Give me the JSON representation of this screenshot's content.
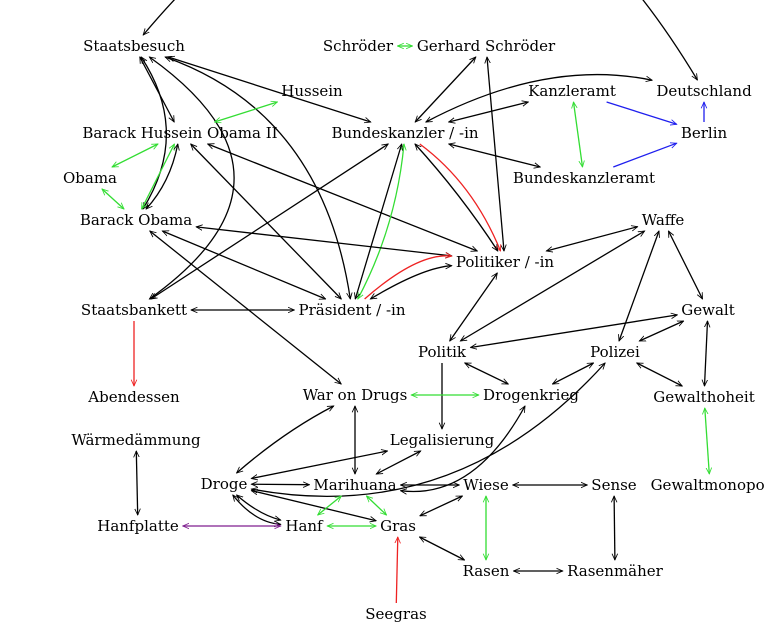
{
  "colors": {
    "default": "#000000",
    "synonym": "#33dd33",
    "hypernym": "#ee2222",
    "capital": "#1f1fee",
    "material": "#7f1f8f"
  },
  "nodes": [
    {
      "id": "staatsbesuch",
      "label": "Staatsbesuch"
    },
    {
      "id": "schroeder",
      "label": "Schröder"
    },
    {
      "id": "gschroeder",
      "label": "Gerhard Schröder"
    },
    {
      "id": "deutschland",
      "label": "Deutschland"
    },
    {
      "id": "hussein",
      "label": "Hussein"
    },
    {
      "id": "kanzleramt",
      "label": "Kanzleramt"
    },
    {
      "id": "bho2",
      "label": "Barack Hussein Obama II"
    },
    {
      "id": "bundeskanzler",
      "label": "Bundeskanzler / -in"
    },
    {
      "id": "berlin",
      "label": "Berlin"
    },
    {
      "id": "obama",
      "label": "Obama"
    },
    {
      "id": "bundeskanzleramt",
      "label": "Bundeskanzleramt"
    },
    {
      "id": "barackobama",
      "label": "Barack Obama"
    },
    {
      "id": "waffe",
      "label": "Waffe"
    },
    {
      "id": "politiker",
      "label": "Politiker / -in"
    },
    {
      "id": "staatsbankett",
      "label": "Staatsbankett"
    },
    {
      "id": "praesident",
      "label": "Präsident / -in"
    },
    {
      "id": "gewalt",
      "label": "Gewalt"
    },
    {
      "id": "politik",
      "label": "Politik"
    },
    {
      "id": "polizei",
      "label": "Polizei"
    },
    {
      "id": "abendessen",
      "label": "Abendessen"
    },
    {
      "id": "waronDrugs",
      "label": "War on Drugs"
    },
    {
      "id": "drogenkrieg",
      "label": "Drogenkrieg"
    },
    {
      "id": "gewalthoheit",
      "label": "Gewalthoheit"
    },
    {
      "id": "waermedaemmung",
      "label": "Wärmedämmung"
    },
    {
      "id": "legalisierung",
      "label": "Legalisierung"
    },
    {
      "id": "gewaltmonopol",
      "label": "Gewaltmonopol"
    },
    {
      "id": "droge",
      "label": "Droge"
    },
    {
      "id": "marihuana",
      "label": "Marihuana"
    },
    {
      "id": "wiese",
      "label": "Wiese"
    },
    {
      "id": "sense",
      "label": "Sense"
    },
    {
      "id": "hanfplatte",
      "label": "Hanfplatte"
    },
    {
      "id": "hanf",
      "label": "Hanf"
    },
    {
      "id": "gras",
      "label": "Gras"
    },
    {
      "id": "rasen",
      "label": "Rasen"
    },
    {
      "id": "rasenmaeher",
      "label": "Rasenmäher"
    },
    {
      "id": "seegras",
      "label": "Seegras"
    }
  ],
  "edges": [
    {
      "from": "staatsbesuch",
      "to": "deutschland",
      "dir": "both",
      "color": "default"
    },
    {
      "from": "staatsbesuch",
      "to": "bho2",
      "dir": "both",
      "color": "default"
    },
    {
      "from": "staatsbesuch",
      "to": "bundeskanzler",
      "dir": "both",
      "color": "default"
    },
    {
      "from": "staatsbesuch",
      "to": "praesident",
      "dir": "both",
      "color": "default"
    },
    {
      "from": "staatsbesuch",
      "to": "barackobama",
      "dir": "both",
      "color": "default"
    },
    {
      "from": "staatsbesuch",
      "to": "staatsbankett",
      "dir": "both",
      "color": "default"
    },
    {
      "from": "schroeder",
      "to": "gschroeder",
      "dir": "both",
      "color": "synonym"
    },
    {
      "from": "gschroeder",
      "to": "bundeskanzler",
      "dir": "both",
      "color": "default"
    },
    {
      "from": "gschroeder",
      "to": "politiker",
      "dir": "both",
      "color": "default"
    },
    {
      "from": "bundeskanzler",
      "to": "kanzleramt",
      "dir": "both",
      "color": "default"
    },
    {
      "from": "bundeskanzler",
      "to": "deutschland",
      "dir": "both",
      "color": "default"
    },
    {
      "from": "bundeskanzler",
      "to": "bundeskanzleramt",
      "dir": "both",
      "color": "default"
    },
    {
      "from": "kanzleramt",
      "to": "bundeskanzleramt",
      "dir": "both",
      "color": "synonym"
    },
    {
      "from": "kanzleramt",
      "to": "berlin",
      "dir": "forward",
      "color": "capital"
    },
    {
      "from": "berlin",
      "to": "deutschland",
      "dir": "forward",
      "color": "capital"
    },
    {
      "from": "bundeskanzleramt",
      "to": "berlin",
      "dir": "forward",
      "color": "capital"
    },
    {
      "from": "hussein",
      "to": "bho2",
      "dir": "both",
      "color": "synonym"
    },
    {
      "from": "obama",
      "to": "bho2",
      "dir": "both",
      "color": "synonym"
    },
    {
      "from": "obama",
      "to": "barackobama",
      "dir": "both",
      "color": "synonym"
    },
    {
      "from": "barackobama",
      "to": "bho2",
      "dir": "both",
      "color": "synonym"
    },
    {
      "from": "bho2",
      "to": "barackobama",
      "dir": "both",
      "color": "default"
    },
    {
      "from": "bho2",
      "to": "politiker",
      "dir": "both",
      "color": "default"
    },
    {
      "from": "bho2",
      "to": "praesident",
      "dir": "both",
      "color": "default"
    },
    {
      "from": "bundeskanzler",
      "to": "politiker",
      "dir": "forward",
      "color": "hypernym"
    },
    {
      "from": "bundeskanzler",
      "to": "politiker",
      "dir": "both",
      "color": "default"
    },
    {
      "from": "bundeskanzler",
      "to": "praesident",
      "dir": "both",
      "color": "synonym"
    },
    {
      "from": "bundeskanzler",
      "to": "praesident",
      "dir": "both",
      "color": "default"
    },
    {
      "from": "bundeskanzler",
      "to": "staatsbankett",
      "dir": "both",
      "color": "default"
    },
    {
      "from": "barackobama",
      "to": "politiker",
      "dir": "both",
      "color": "default"
    },
    {
      "from": "barackobama",
      "to": "praesident",
      "dir": "both",
      "color": "default"
    },
    {
      "from": "barackobama",
      "to": "waronDrugs",
      "dir": "both",
      "color": "default"
    },
    {
      "from": "staatsbankett",
      "to": "praesident",
      "dir": "both",
      "color": "default"
    },
    {
      "from": "staatsbankett",
      "to": "abendessen",
      "dir": "forward",
      "color": "hypernym"
    },
    {
      "from": "praesident",
      "to": "politiker",
      "dir": "forward",
      "color": "hypernym"
    },
    {
      "from": "praesident",
      "to": "politiker",
      "dir": "both",
      "color": "default"
    },
    {
      "from": "politiker",
      "to": "waffe",
      "dir": "both",
      "color": "default"
    },
    {
      "from": "politiker",
      "to": "politik",
      "dir": "both",
      "color": "default"
    },
    {
      "from": "waffe",
      "to": "politik",
      "dir": "both",
      "color": "default"
    },
    {
      "from": "waffe",
      "to": "gewalt",
      "dir": "both",
      "color": "default"
    },
    {
      "from": "waffe",
      "to": "polizei",
      "dir": "both",
      "color": "default"
    },
    {
      "from": "gewalt",
      "to": "politik",
      "dir": "both",
      "color": "default"
    },
    {
      "from": "gewalt",
      "to": "polizei",
      "dir": "both",
      "color": "default"
    },
    {
      "from": "gewalt",
      "to": "gewalthoheit",
      "dir": "both",
      "color": "default"
    },
    {
      "from": "polizei",
      "to": "gewalthoheit",
      "dir": "both",
      "color": "default"
    },
    {
      "from": "polizei",
      "to": "drogenkrieg",
      "dir": "both",
      "color": "default"
    },
    {
      "from": "polizei",
      "to": "droge",
      "dir": "both",
      "color": "default"
    },
    {
      "from": "gewalthoheit",
      "to": "gewaltmonopol",
      "dir": "both",
      "color": "synonym"
    },
    {
      "from": "politik",
      "to": "drogenkrieg",
      "dir": "both",
      "color": "default"
    },
    {
      "from": "politik",
      "to": "legalisierung",
      "dir": "forward",
      "color": "default"
    },
    {
      "from": "waronDrugs",
      "to": "drogenkrieg",
      "dir": "both",
      "color": "synonym"
    },
    {
      "from": "waronDrugs",
      "to": "droge",
      "dir": "both",
      "color": "default"
    },
    {
      "from": "waronDrugs",
      "to": "marihuana",
      "dir": "both",
      "color": "default"
    },
    {
      "from": "drogenkrieg",
      "to": "marihuana",
      "dir": "both",
      "color": "default"
    },
    {
      "from": "legalisierung",
      "to": "droge",
      "dir": "both",
      "color": "default"
    },
    {
      "from": "legalisierung",
      "to": "marihuana",
      "dir": "both",
      "color": "default"
    },
    {
      "from": "waermedaemmung",
      "to": "hanfplatte",
      "dir": "both",
      "color": "default"
    },
    {
      "from": "droge",
      "to": "marihuana",
      "dir": "both",
      "color": "default"
    },
    {
      "from": "droge",
      "to": "hanf",
      "dir": "both",
      "color": "default"
    },
    {
      "from": "droge",
      "to": "gras",
      "dir": "both",
      "color": "default"
    },
    {
      "from": "droge",
      "to": "hanf",
      "dir": "both",
      "color": "default"
    },
    {
      "from": "marihuana",
      "to": "hanf",
      "dir": "both",
      "color": "synonym"
    },
    {
      "from": "marihuana",
      "to": "gras",
      "dir": "both",
      "color": "synonym"
    },
    {
      "from": "marihuana",
      "to": "wiese",
      "dir": "both",
      "color": "default"
    },
    {
      "from": "hanfplatte",
      "to": "hanf",
      "dir": "both",
      "color": "material"
    },
    {
      "from": "hanf",
      "to": "gras",
      "dir": "both",
      "color": "synonym"
    },
    {
      "from": "gras",
      "to": "wiese",
      "dir": "both",
      "color": "default"
    },
    {
      "from": "gras",
      "to": "rasen",
      "dir": "both",
      "color": "default"
    },
    {
      "from": "seegras",
      "to": "gras",
      "dir": "forward",
      "color": "hypernym"
    },
    {
      "from": "wiese",
      "to": "sense",
      "dir": "both",
      "color": "default"
    },
    {
      "from": "wiese",
      "to": "rasen",
      "dir": "both",
      "color": "synonym"
    },
    {
      "from": "sense",
      "to": "rasenmaeher",
      "dir": "both",
      "color": "default"
    },
    {
      "from": "rasen",
      "to": "rasenmaeher",
      "dir": "both",
      "color": "default"
    }
  ]
}
